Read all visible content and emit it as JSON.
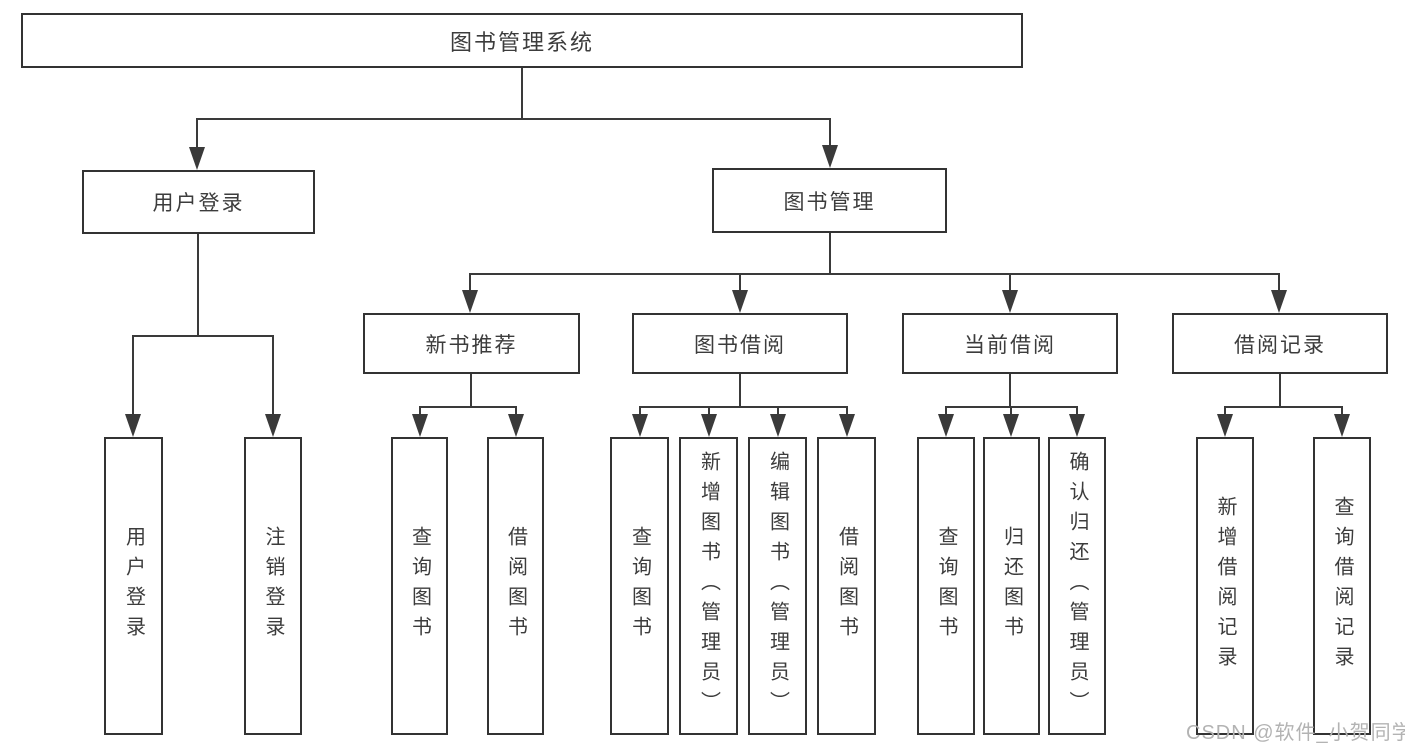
{
  "diagram": {
    "tree": {
      "root": {
        "label": "图书管理系统"
      },
      "branches": [
        {
          "label": "用户登录",
          "leaves": [
            {
              "label": "用户登录"
            },
            {
              "label": "注销登录"
            }
          ]
        },
        {
          "label": "图书管理",
          "groups": [
            {
              "label": "新书推荐",
              "leaves": [
                {
                  "label": "查询图书"
                },
                {
                  "label": "借阅图书"
                }
              ]
            },
            {
              "label": "图书借阅",
              "leaves": [
                {
                  "label": "查询图书"
                },
                {
                  "label": "新增图书（管理员）"
                },
                {
                  "label": "编辑图书（管理员）"
                },
                {
                  "label": "借阅图书"
                }
              ]
            },
            {
              "label": "当前借阅",
              "leaves": [
                {
                  "label": "查询图书"
                },
                {
                  "label": "归还图书"
                },
                {
                  "label": "确认归还（管理员）"
                }
              ]
            },
            {
              "label": "借阅记录",
              "leaves": [
                {
                  "label": "新增借阅记录"
                },
                {
                  "label": "查询借阅记录"
                }
              ]
            }
          ]
        }
      ]
    },
    "colors": {
      "line": "#3a3a3a",
      "box_border": "#333333",
      "text": "#3c3c3c",
      "background": "#ffffff",
      "watermark": "#b3b3b3"
    }
  },
  "watermark": {
    "text": "CSDN @软件_小贺同学"
  }
}
